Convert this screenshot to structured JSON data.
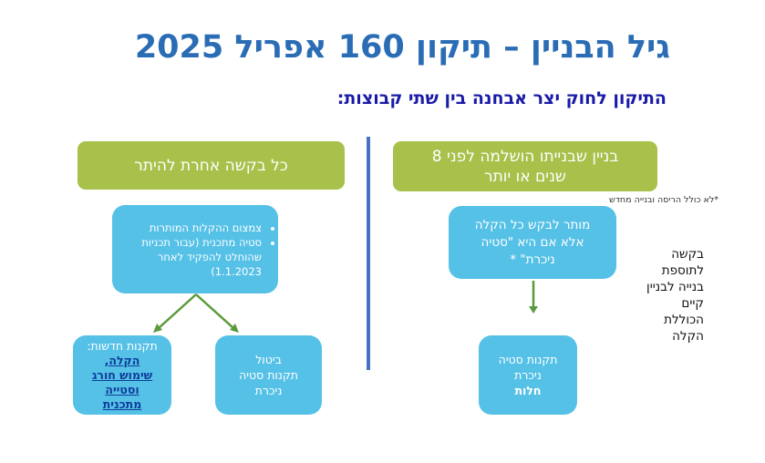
{
  "title": "גיל הבניין – תיקון 160 אפריל 2025",
  "subtitle": "התיקון לחוק יצר אבחנה בין שתי קבוצות:",
  "left": {
    "header": "כל בקשה אחרת להיתר",
    "bullets": [
      "צמצום ההקלות המותרות",
      "סטיה מתכנית (עבור תכניות שהוחלט להפקיד לאחר 1.1.2023)"
    ],
    "new_regs_label": "תקנות חדשות:",
    "new_regs_links": [
      "הקלה,",
      "שימוש חורג",
      "וסטייה",
      "מתכנית"
    ],
    "cancel_box": [
      "ביטול",
      "תקנות סטיה",
      "ניכרת"
    ]
  },
  "right": {
    "header": "בניין שבנייתו הושלמה לפני 8 שנים או יותר",
    "footnote": "*לא כולל הריסה ובנייה מחדש",
    "allowed_box": "מותר לבקש כל הקלה אלא אם היא \"סטיה ניכרת\" *",
    "applies_box": [
      "תקנות סטיה",
      "ניכרת"
    ],
    "applies_bold": "חלות",
    "side_note": "בקשה לתוספת בנייה לבניין קיים הכוללת הקלה"
  },
  "colors": {
    "title": "#2a6db5",
    "subtitle": "#1a1aa8",
    "green": "#a7c14b",
    "cyan": "#56c1e7",
    "divider": "#4a72c4",
    "arrow": "#5a9a3c"
  }
}
